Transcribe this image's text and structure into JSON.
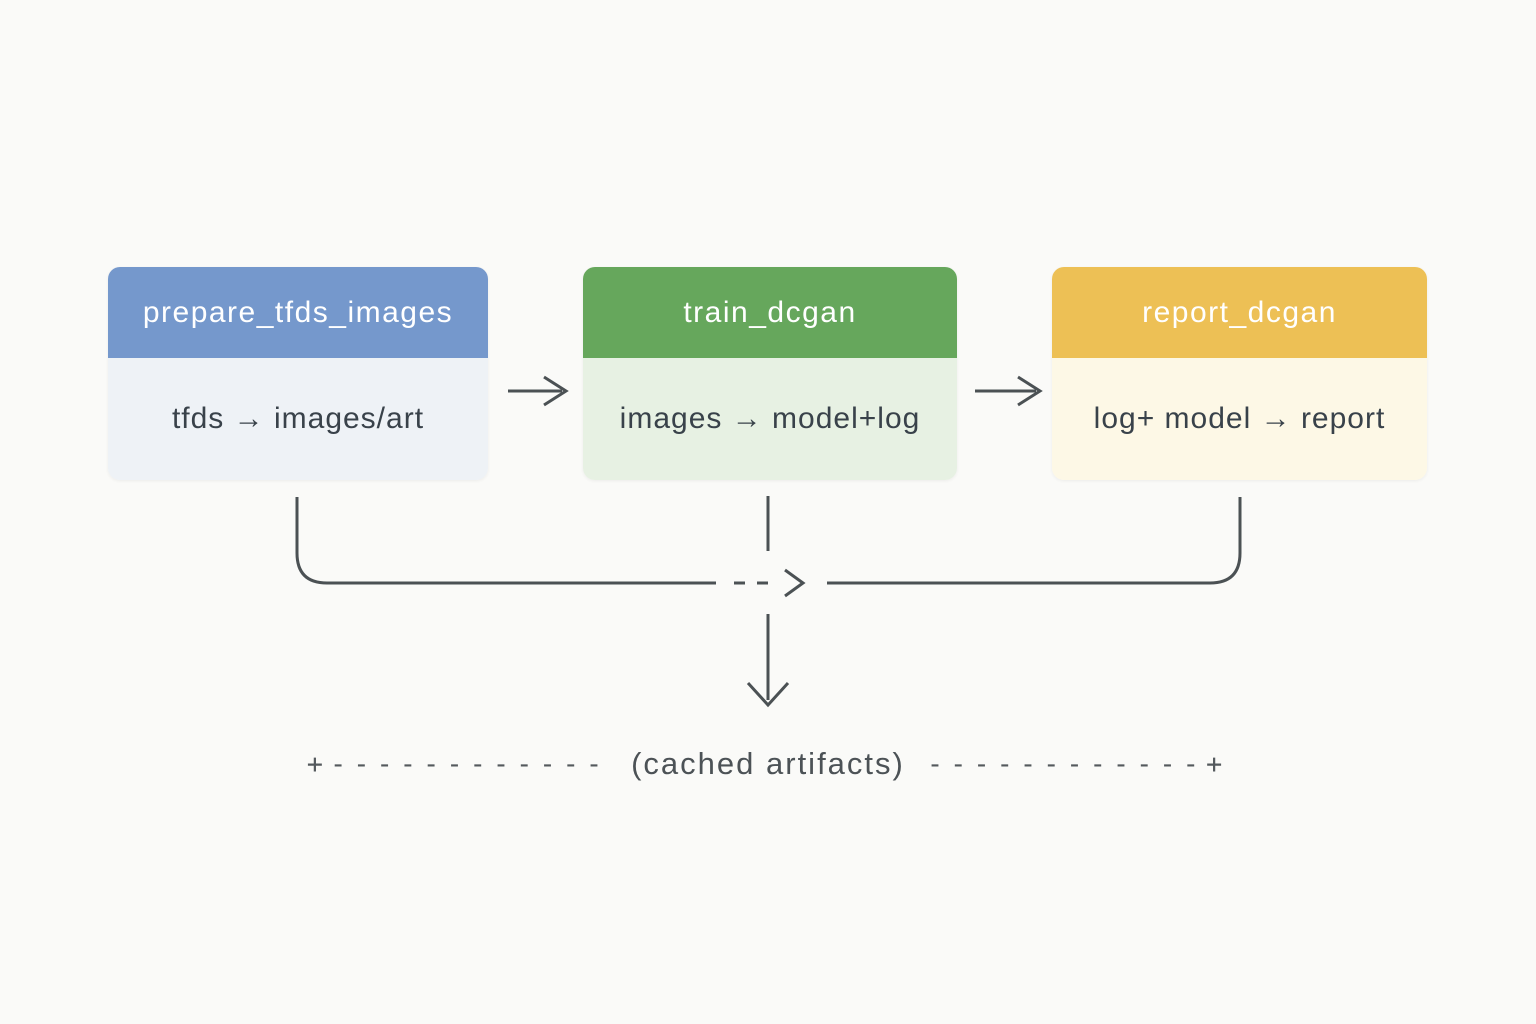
{
  "canvas": {
    "background_color": "#fafaf8",
    "line_color": "#4b5154"
  },
  "nodes": [
    {
      "title": "prepare_tfds_images",
      "io": "tfds  →  images/art",
      "header_color": "#7598cc",
      "body_color": "#eef2f6"
    },
    {
      "title": "train_dcgan",
      "io": "images → model+log",
      "header_color": "#66a75c",
      "body_color": "#e7f1e3"
    },
    {
      "title": "report_dcgan",
      "io": "log+ model → report",
      "header_color": "#edc055",
      "body_color": "#fdf8e6"
    }
  ],
  "edges": [
    {
      "from": "prepare_tfds_images",
      "to": "train_dcgan",
      "style": "solid-arrow"
    },
    {
      "from": "train_dcgan",
      "to": "report_dcgan",
      "style": "solid-arrow"
    },
    {
      "from": "all-stages",
      "to": "cached-artifacts",
      "style": "merged-down-arrow"
    }
  ],
  "cached": {
    "left_run": "+------------",
    "label": "(cached artifacts)",
    "right_run": "------------+"
  }
}
